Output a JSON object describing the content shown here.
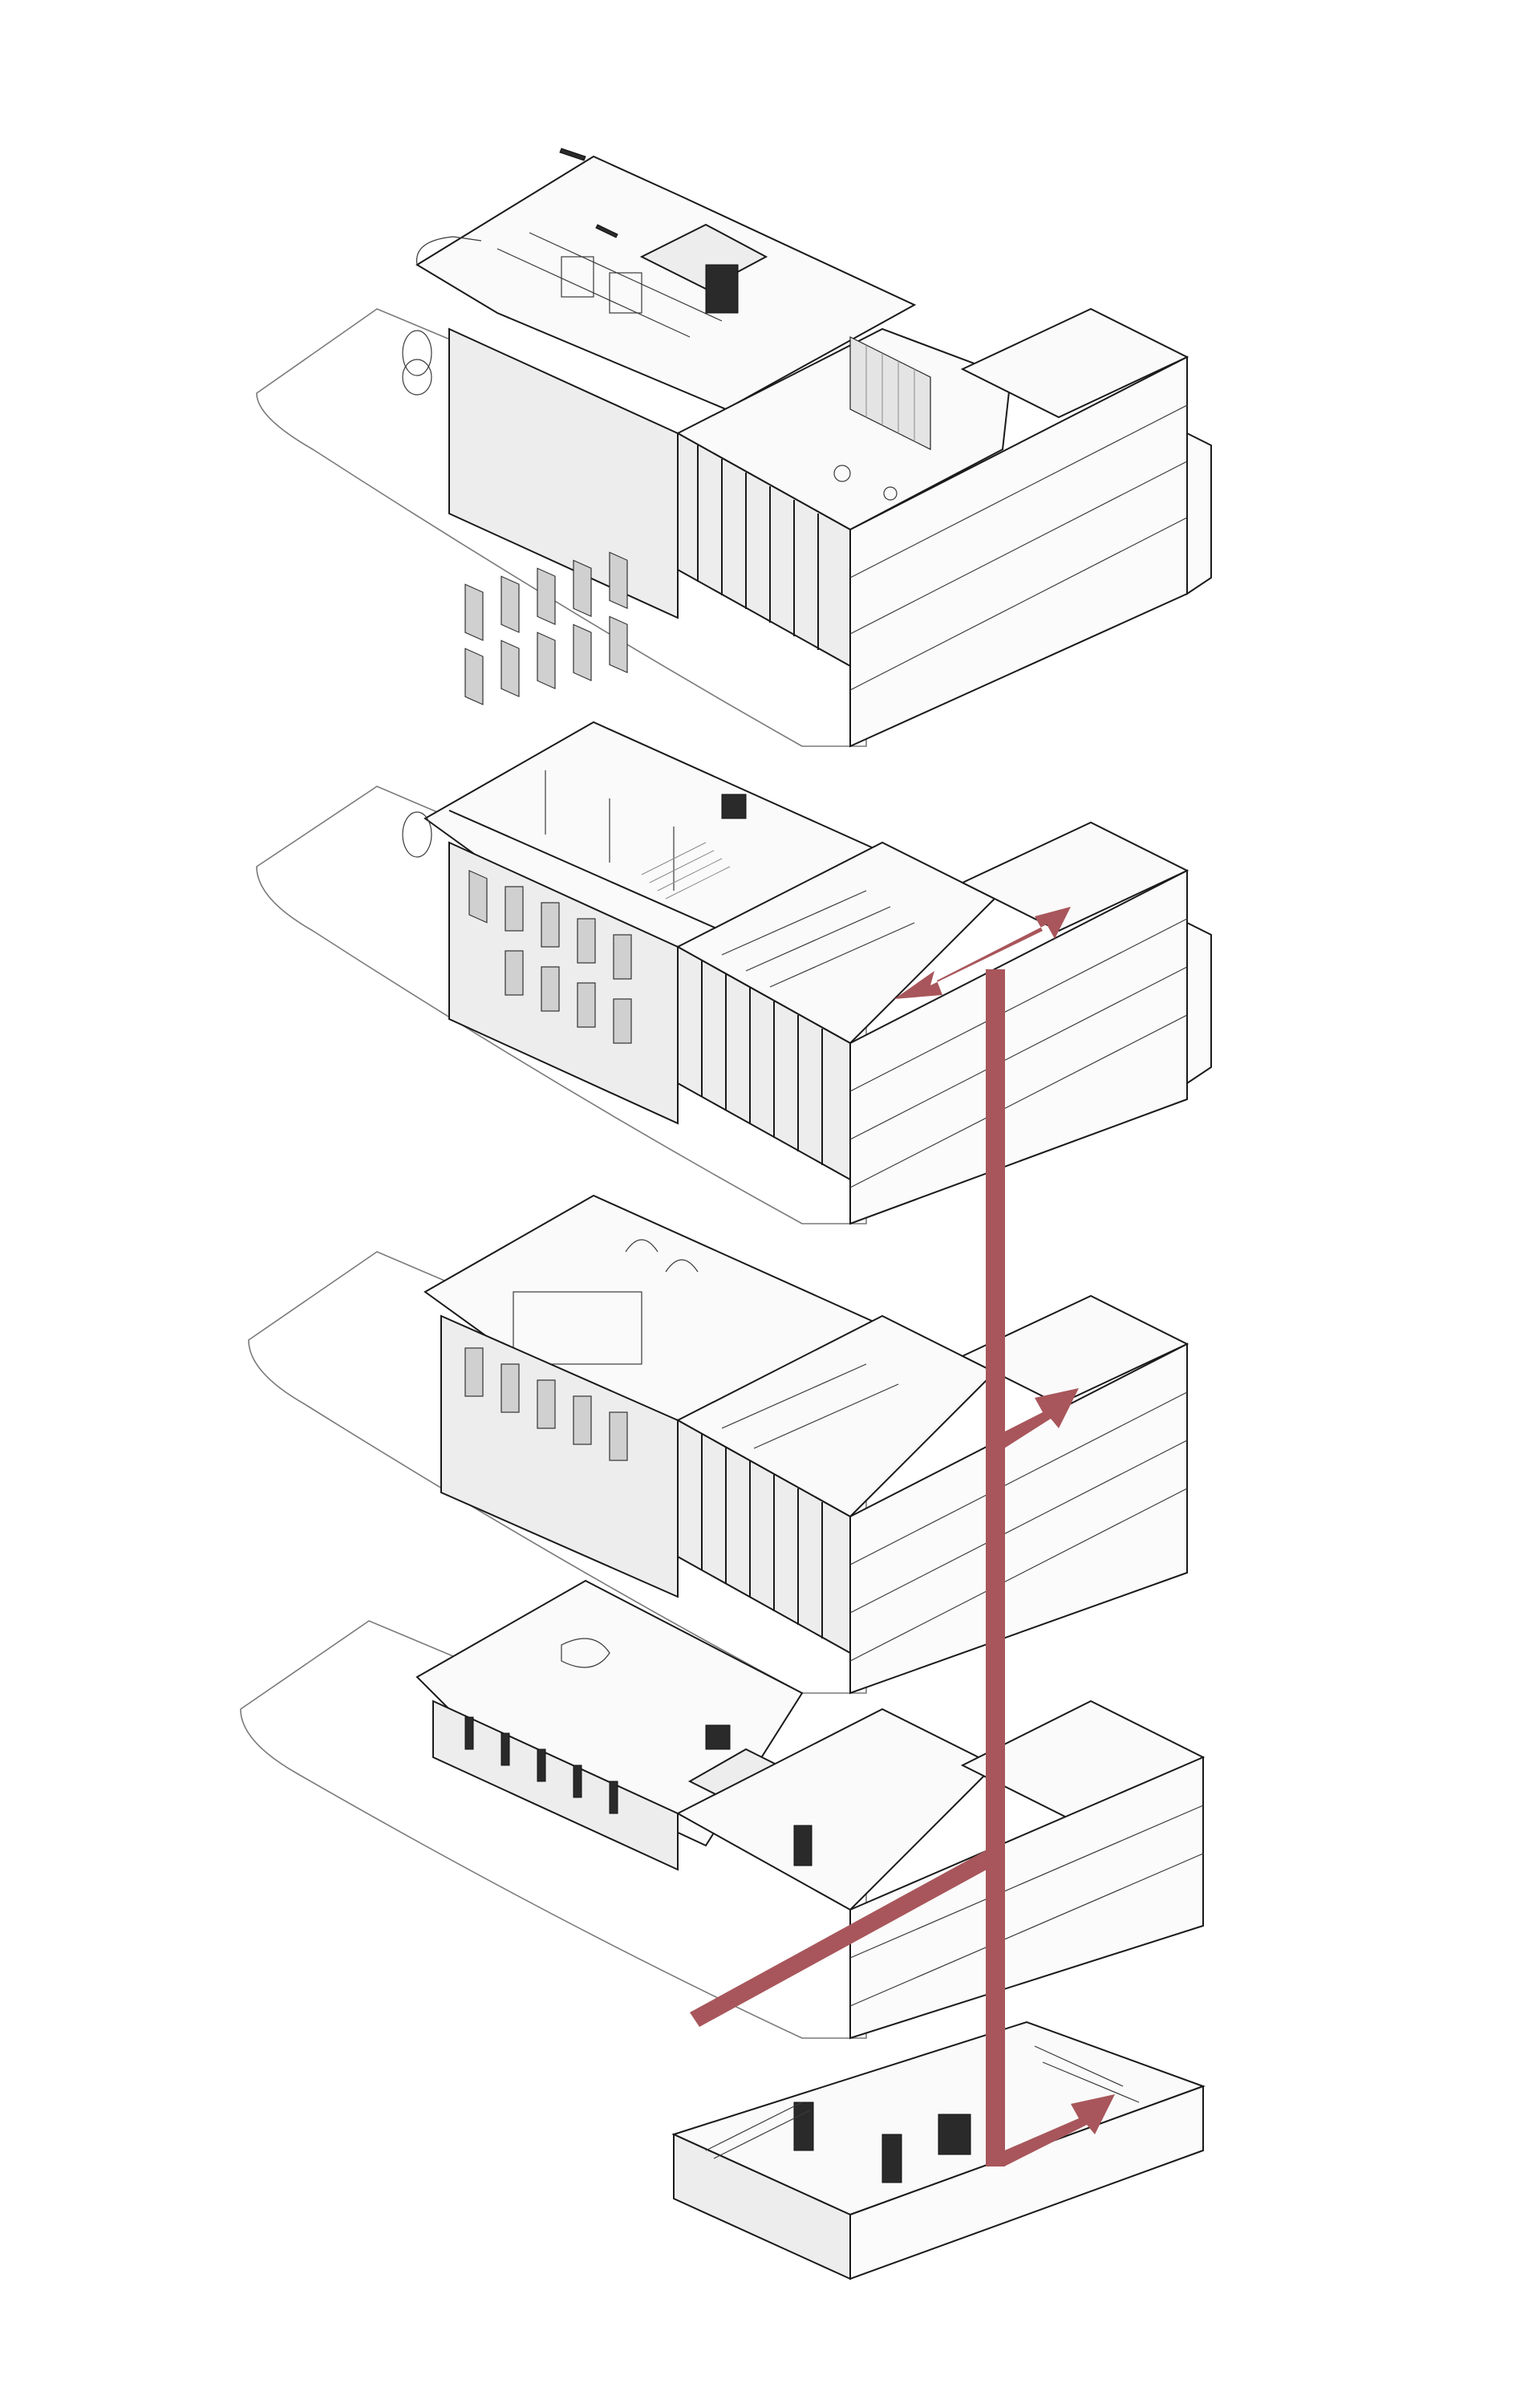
{
  "diagram": {
    "levels": [
      {
        "id": "roof-level"
      },
      {
        "id": "upper-floor"
      },
      {
        "id": "middle-floor"
      },
      {
        "id": "ground-floor"
      },
      {
        "id": "basement"
      }
    ],
    "circulation_arrow_color": "#a8565b",
    "line_color": "#1a1a1a",
    "background": "#ffffff"
  }
}
